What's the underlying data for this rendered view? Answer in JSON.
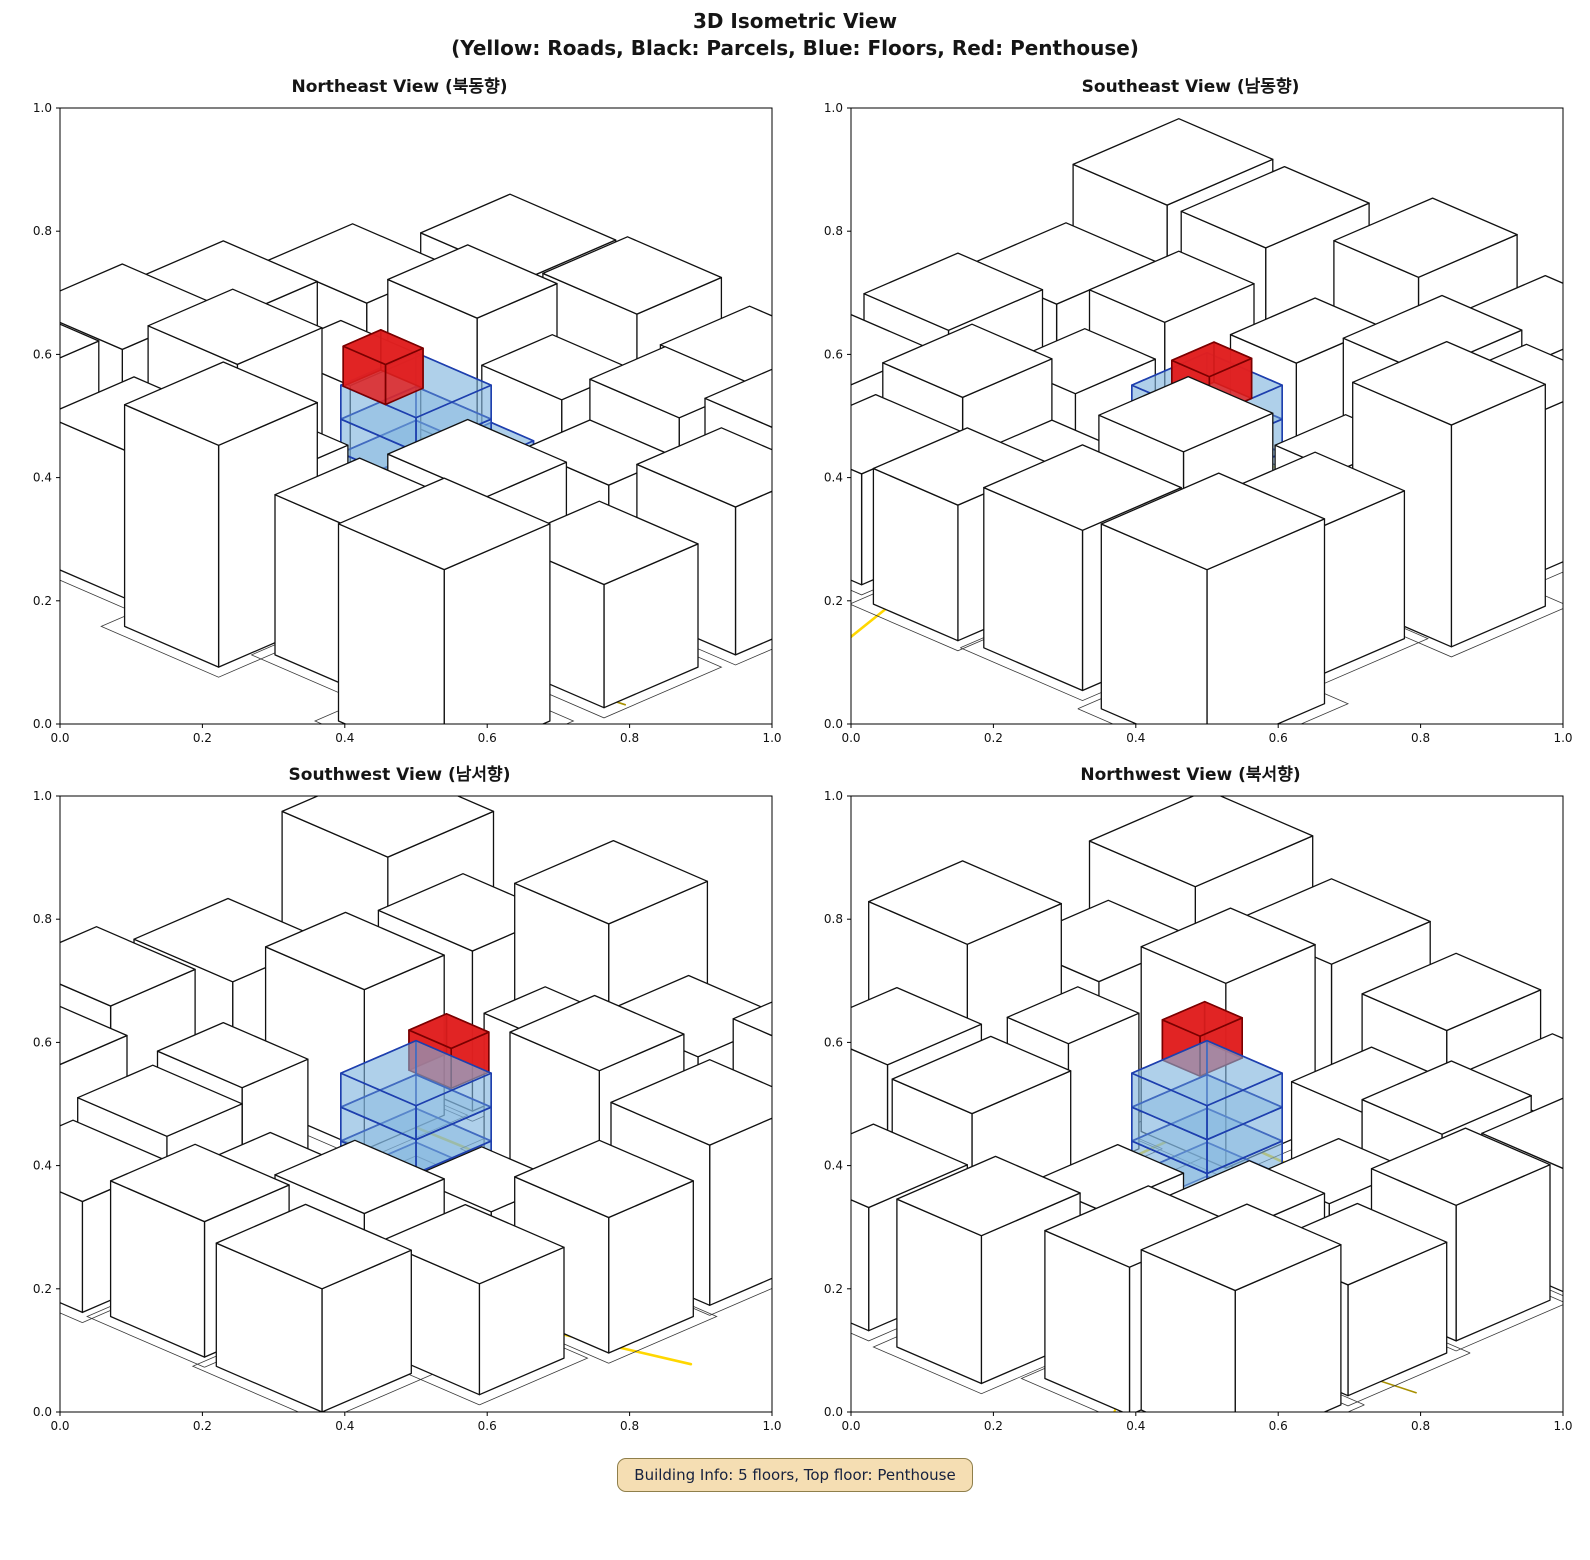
{
  "figure": {
    "title": "3D Isometric View",
    "subtitle": "(Yellow: Roads, Black: Parcels, Blue: Floors, Red: Penthouse)"
  },
  "badge": {
    "text": "Building Info: 5 floors, Top floor: Penthouse",
    "bg": "#f5deb3",
    "border": "#8f7f4b",
    "text_color": "#16213e"
  },
  "chart_data": {
    "type": "3d-isometric-city",
    "panels": [
      {
        "id": "northeast",
        "title": "Northeast View (북동향)",
        "rotation": 0
      },
      {
        "id": "southeast",
        "title": "Southeast View (남동향)",
        "rotation": 1
      },
      {
        "id": "southwest",
        "title": "Southwest View (남서향)",
        "rotation": 2
      },
      {
        "id": "northwest",
        "title": "Northwest View (북서향)",
        "rotation": 3
      }
    ],
    "axes": {
      "xlim": [
        0.0,
        1.0
      ],
      "ylim": [
        0.0,
        1.0
      ],
      "ticks": [
        0,
        0.2,
        0.4,
        0.6,
        0.8,
        1.0
      ],
      "tick_labels": [
        "0.0",
        "0.2",
        "0.4",
        "0.6",
        "0.8",
        "1.0"
      ]
    },
    "colors": {
      "road_bright": "#ffd700",
      "road_dark": "#a89000",
      "parcel_edge": "#3a3a3a",
      "building_fill": "#ffffff",
      "building_edge": "#111111",
      "floor_fill": "#7fb3de",
      "floor_edge": "#1e3fae",
      "penthouse_fill": "#e02020",
      "penthouse_edge": "#7a0000",
      "axis": "#000000"
    },
    "building_info": {
      "floors": 5,
      "top_floor": "Penthouse",
      "blue_floors": 4,
      "floor_height": 0.055,
      "footprint": {
        "u0": -0.16,
        "v0": -0.16,
        "u1": 0.16,
        "v1": 0.16
      },
      "penthouse": {
        "u0": -0.15,
        "v0": 0.0,
        "u1": 0.03,
        "v1": 0.16,
        "z0": 0.22,
        "z1": 0.285
      },
      "annexes": [
        {
          "u0": -0.02,
          "v0": -0.34,
          "u1": 0.16,
          "v1": -0.16,
          "z0": 0,
          "z1": 0.1
        },
        {
          "u0": -0.16,
          "v0": -0.3,
          "u1": -0.02,
          "v1": -0.16,
          "z0": 0,
          "z1": 0.06
        }
      ]
    },
    "city_buildings": [
      [
        -1.15,
        0.7,
        0.5,
        0.45,
        0.3
      ],
      [
        -0.58,
        0.62,
        0.42,
        0.38,
        0.24
      ],
      [
        -0.1,
        0.72,
        0.4,
        0.42,
        0.36
      ],
      [
        0.36,
        0.6,
        0.4,
        0.36,
        0.26
      ],
      [
        0.82,
        0.7,
        0.45,
        0.45,
        0.32
      ],
      [
        -1.1,
        0.15,
        0.42,
        0.42,
        0.26
      ],
      [
        -0.62,
        0.16,
        0.38,
        0.36,
        0.3
      ],
      [
        -0.15,
        0.44,
        0.3,
        0.26,
        0.22
      ],
      [
        0.4,
        0.18,
        0.42,
        0.34,
        0.26
      ],
      [
        0.9,
        0.12,
        0.42,
        0.4,
        0.2
      ],
      [
        -1.12,
        -0.3,
        0.4,
        0.36,
        0.22
      ],
      [
        -0.66,
        -0.34,
        0.34,
        0.3,
        0.16
      ],
      [
        0.42,
        -0.32,
        0.36,
        0.28,
        0.18
      ],
      [
        0.92,
        -0.38,
        0.42,
        0.36,
        0.24
      ],
      [
        -1.05,
        -0.78,
        0.42,
        0.36,
        0.18
      ],
      [
        -0.58,
        -0.8,
        0.38,
        0.34,
        0.22
      ],
      [
        -0.14,
        -0.72,
        0.34,
        0.3,
        0.16
      ],
      [
        0.28,
        -0.78,
        0.38,
        0.32,
        0.2
      ],
      [
        0.74,
        -0.85,
        0.44,
        0.36,
        0.24
      ],
      [
        -0.8,
        -1.2,
        0.45,
        0.38,
        0.2
      ],
      [
        -0.28,
        -1.18,
        0.4,
        0.36,
        0.22
      ],
      [
        0.2,
        -1.22,
        0.42,
        0.38,
        0.18
      ],
      [
        0.68,
        -1.25,
        0.45,
        0.4,
        0.26
      ]
    ],
    "roads": [
      {
        "tone": "bright",
        "width": 2.6,
        "pts": [
          [
            -0.38,
            -0.42
          ],
          [
            0.4,
            -0.4
          ],
          [
            0.42,
            0.4
          ],
          [
            -0.4,
            0.42
          ],
          [
            -0.38,
            -0.42
          ]
        ]
      },
      {
        "tone": "bright",
        "width": 2.6,
        "pts": [
          [
            -1.35,
            -0.18
          ],
          [
            -0.75,
            -0.36
          ],
          [
            -0.38,
            -0.42
          ]
        ]
      },
      {
        "tone": "bright",
        "width": 2.2,
        "pts": [
          [
            0.4,
            -0.4
          ],
          [
            0.88,
            -0.56
          ],
          [
            1.35,
            -0.92
          ]
        ]
      },
      {
        "tone": "dark",
        "width": 1.8,
        "pts": [
          [
            -0.4,
            0.42
          ],
          [
            -0.82,
            0.74
          ],
          [
            -1.35,
            0.92
          ]
        ]
      },
      {
        "tone": "dark",
        "width": 1.8,
        "pts": [
          [
            0.42,
            0.4
          ],
          [
            0.95,
            0.52
          ],
          [
            1.35,
            0.46
          ]
        ]
      },
      {
        "tone": "dark",
        "width": 1.6,
        "pts": [
          [
            0.41,
            -0.41
          ],
          [
            0.52,
            -0.92
          ],
          [
            0.46,
            -1.35
          ]
        ]
      }
    ],
    "ground_parcels": [
      [
        [
          -0.26,
          -0.38
        ],
        [
          0.26,
          -0.38
        ],
        [
          0.26,
          0.26
        ],
        [
          -0.26,
          0.26
        ],
        [
          -0.26,
          -0.38
        ]
      ]
    ],
    "scene": {
      "kx": 0.33,
      "ky": 0.165,
      "y0": 0.33,
      "parcel_margin": 0.05
    }
  }
}
